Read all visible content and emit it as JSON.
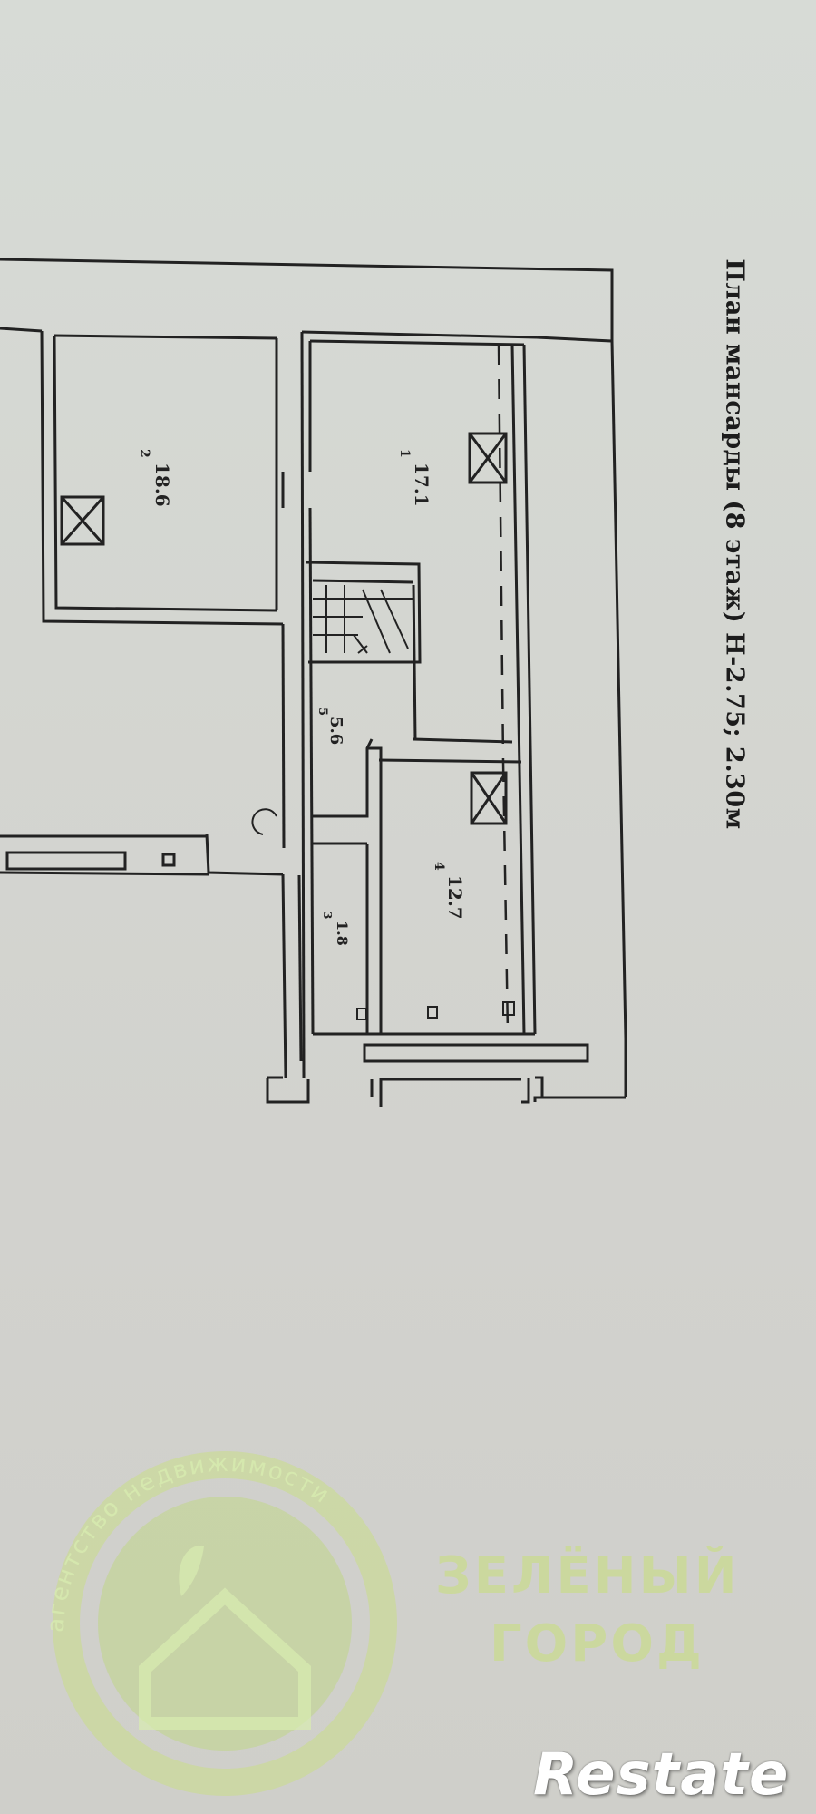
{
  "plan": {
    "title": "План мансарды (8 этаж) Н-2.75; 2.30м",
    "rooms": [
      {
        "name": "room-upper-left",
        "area": "18.6"
      },
      {
        "name": "room-upper-right",
        "area": "17.1"
      },
      {
        "name": "hall",
        "area": "5.6"
      },
      {
        "name": "bathroom",
        "area": "1.8"
      },
      {
        "name": "room-lower-right",
        "area": "12.7"
      }
    ],
    "room_numbers": [
      "2",
      "1",
      "5",
      "3",
      "4"
    ]
  },
  "watermark": {
    "arc_text": "агентство недвижимости",
    "line1": "ЗЕЛЁНЫЙ",
    "line2": "ГОРОД",
    "brand_color": "#c8e07a"
  },
  "logo": {
    "text": "Restate",
    "color": "#ffffff"
  }
}
